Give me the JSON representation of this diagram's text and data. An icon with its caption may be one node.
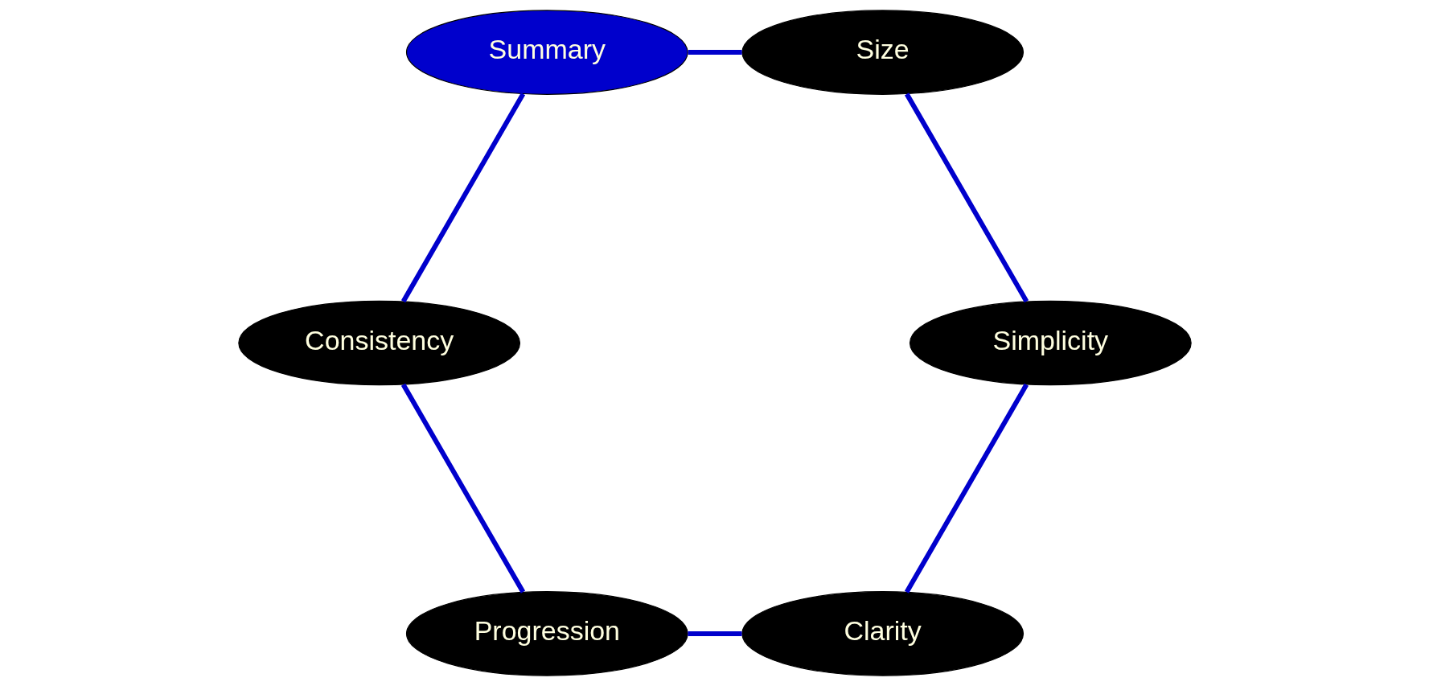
{
  "diagram": {
    "nodes": [
      {
        "text": [
          "Clarity"
        ]
      },
      {
        "text": [
          "Progression"
        ]
      },
      {
        "text": [
          "Simplicity"
        ]
      },
      {
        "text": [
          "Consistency"
        ]
      },
      {
        "text": [
          "Size"
        ]
      },
      {
        "text": [
          "Summary"
        ]
      }
    ],
    "edges": [
      {
        "from": 0,
        "to": 1,
        "arrow": "none"
      },
      {
        "from": 1,
        "to": 3,
        "arrow": "none"
      },
      {
        "from": 3,
        "to": 5,
        "arrow": "none"
      },
      {
        "from": 5,
        "to": 4,
        "arrow": "none"
      },
      {
        "from": 4,
        "to": 2,
        "arrow": "none"
      },
      {
        "from": 2,
        "to": 0,
        "arrow": "none"
      }
    ]
  }
}
